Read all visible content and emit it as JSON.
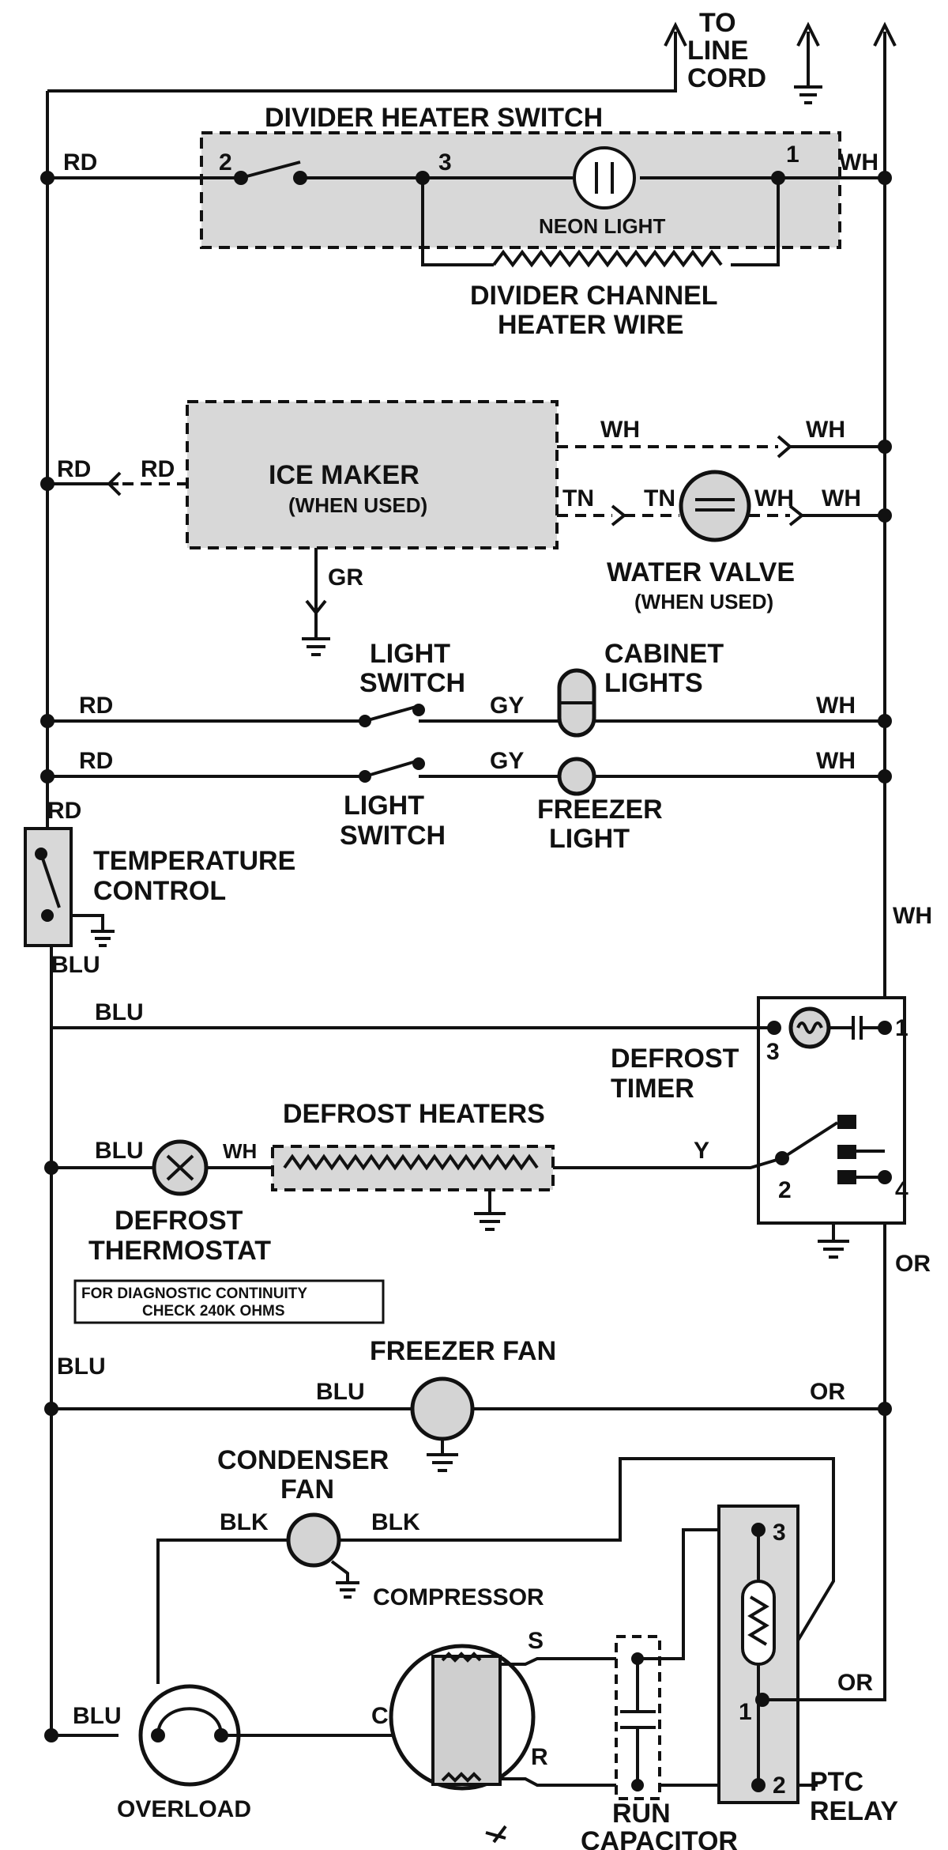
{
  "labels": {
    "to_line_cord": [
      "TO",
      "LINE",
      "CORD"
    ],
    "divider_heater_switch": "DIVIDER HEATER SWITCH",
    "neon_light": "NEON LIGHT",
    "divider_channel_heater_wire": [
      "DIVIDER CHANNEL",
      "HEATER WIRE"
    ],
    "ice_maker": "ICE MAKER",
    "when_used": "(WHEN USED)",
    "water_valve": "WATER VALVE",
    "water_valve_when_used": "(WHEN USED)",
    "light_switch_top": [
      "LIGHT",
      "SWITCH"
    ],
    "light_switch_bottom": [
      "LIGHT",
      "SWITCH"
    ],
    "cabinet_lights": [
      "CABINET",
      "LIGHTS"
    ],
    "freezer_light": [
      "FREEZER",
      "LIGHT"
    ],
    "temperature_control": [
      "TEMPERATURE",
      "CONTROL"
    ],
    "defrost_timer": [
      "DEFROST",
      "TIMER"
    ],
    "defrost_heaters": "DEFROST HEATERS",
    "defrost_thermostat": [
      "DEFROST",
      "THERMOSTAT"
    ],
    "diagnostic_note": [
      "FOR DIAGNOSTIC CONTINUITY",
      "CHECK 240K OHMS"
    ],
    "freezer_fan": "FREEZER FAN",
    "condenser_fan": [
      "CONDENSER",
      "FAN"
    ],
    "compressor": "COMPRESSOR",
    "overload": "OVERLOAD",
    "run_capacitor": [
      "RUN",
      "CAPACITOR"
    ],
    "ptc_relay": [
      "PTC",
      "RELAY"
    ]
  },
  "wire_colors": {
    "rd": "RD",
    "wh": "WH",
    "gr": "GR",
    "tn": "TN",
    "gy": "GY",
    "blu": "BLU",
    "y": "Y",
    "or": "OR",
    "blk": "BLK"
  },
  "terminals": {
    "switch_1": "1",
    "switch_2": "2",
    "switch_3": "3",
    "timer_1": "1",
    "timer_2": "2",
    "timer_3": "3",
    "timer_4": "4",
    "comp_s": "S",
    "comp_c": "C",
    "comp_r": "R",
    "relay_1": "1",
    "relay_2": "2",
    "relay_3": "3"
  },
  "colors": {
    "ink": "#111111",
    "shade": "#d8d8d8",
    "background": "#ffffff"
  }
}
